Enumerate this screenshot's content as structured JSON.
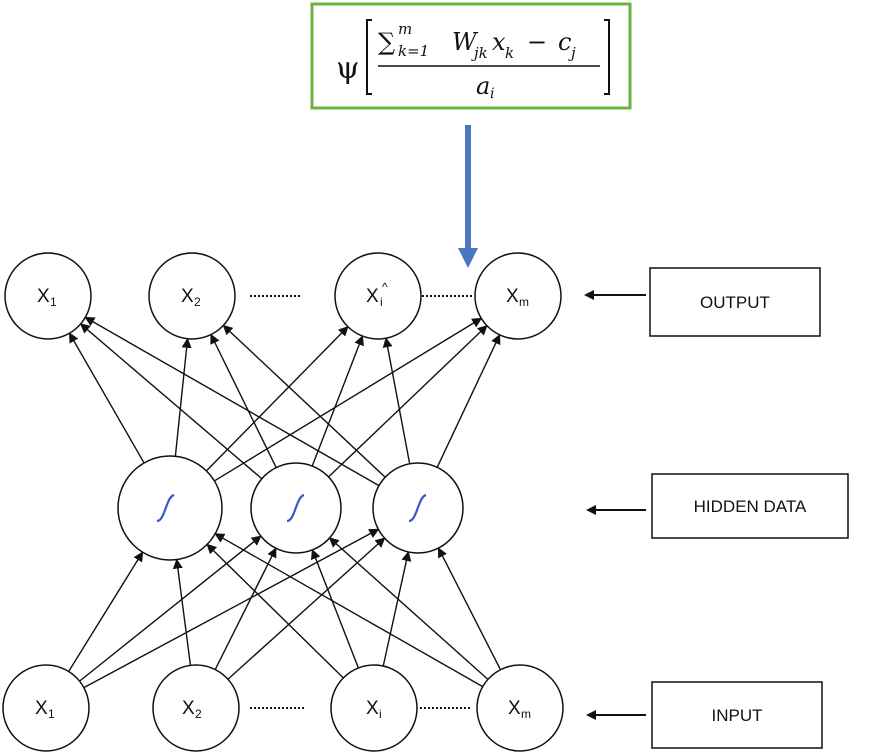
{
  "formula": {
    "psi": "ψ",
    "sum": "∑",
    "sum_upper": "m",
    "sum_lower": "k=1",
    "numerator_rest": "W",
    "w_sub": "jk",
    "x": "x",
    "x_sub": "k",
    "minus": "−",
    "c": "c",
    "c_sub": "j",
    "denominator": "a",
    "denominator_sub": "i",
    "border_color": "#6db33f"
  },
  "arrow_color": "#4a76c2",
  "sigmoid_color": "#3a56c8",
  "layers": {
    "output": [
      {
        "base": "X",
        "sub": "1",
        "sup": ""
      },
      {
        "base": "X",
        "sub": "2",
        "sup": ""
      },
      {
        "base": "X",
        "sub": "i",
        "sup": "^"
      },
      {
        "base": "X",
        "sub": "m",
        "sup": ""
      }
    ],
    "hidden_count": 3,
    "input": [
      {
        "base": "X",
        "sub": "1",
        "sup": ""
      },
      {
        "base": "X",
        "sub": "2",
        "sup": ""
      },
      {
        "base": "X",
        "sub": "i",
        "sup": ""
      },
      {
        "base": "X",
        "sub": "m",
        "sup": ""
      }
    ]
  },
  "labels": {
    "output": "OUTPUT",
    "hidden": "HIDDEN DATA",
    "input": "INPUT"
  }
}
